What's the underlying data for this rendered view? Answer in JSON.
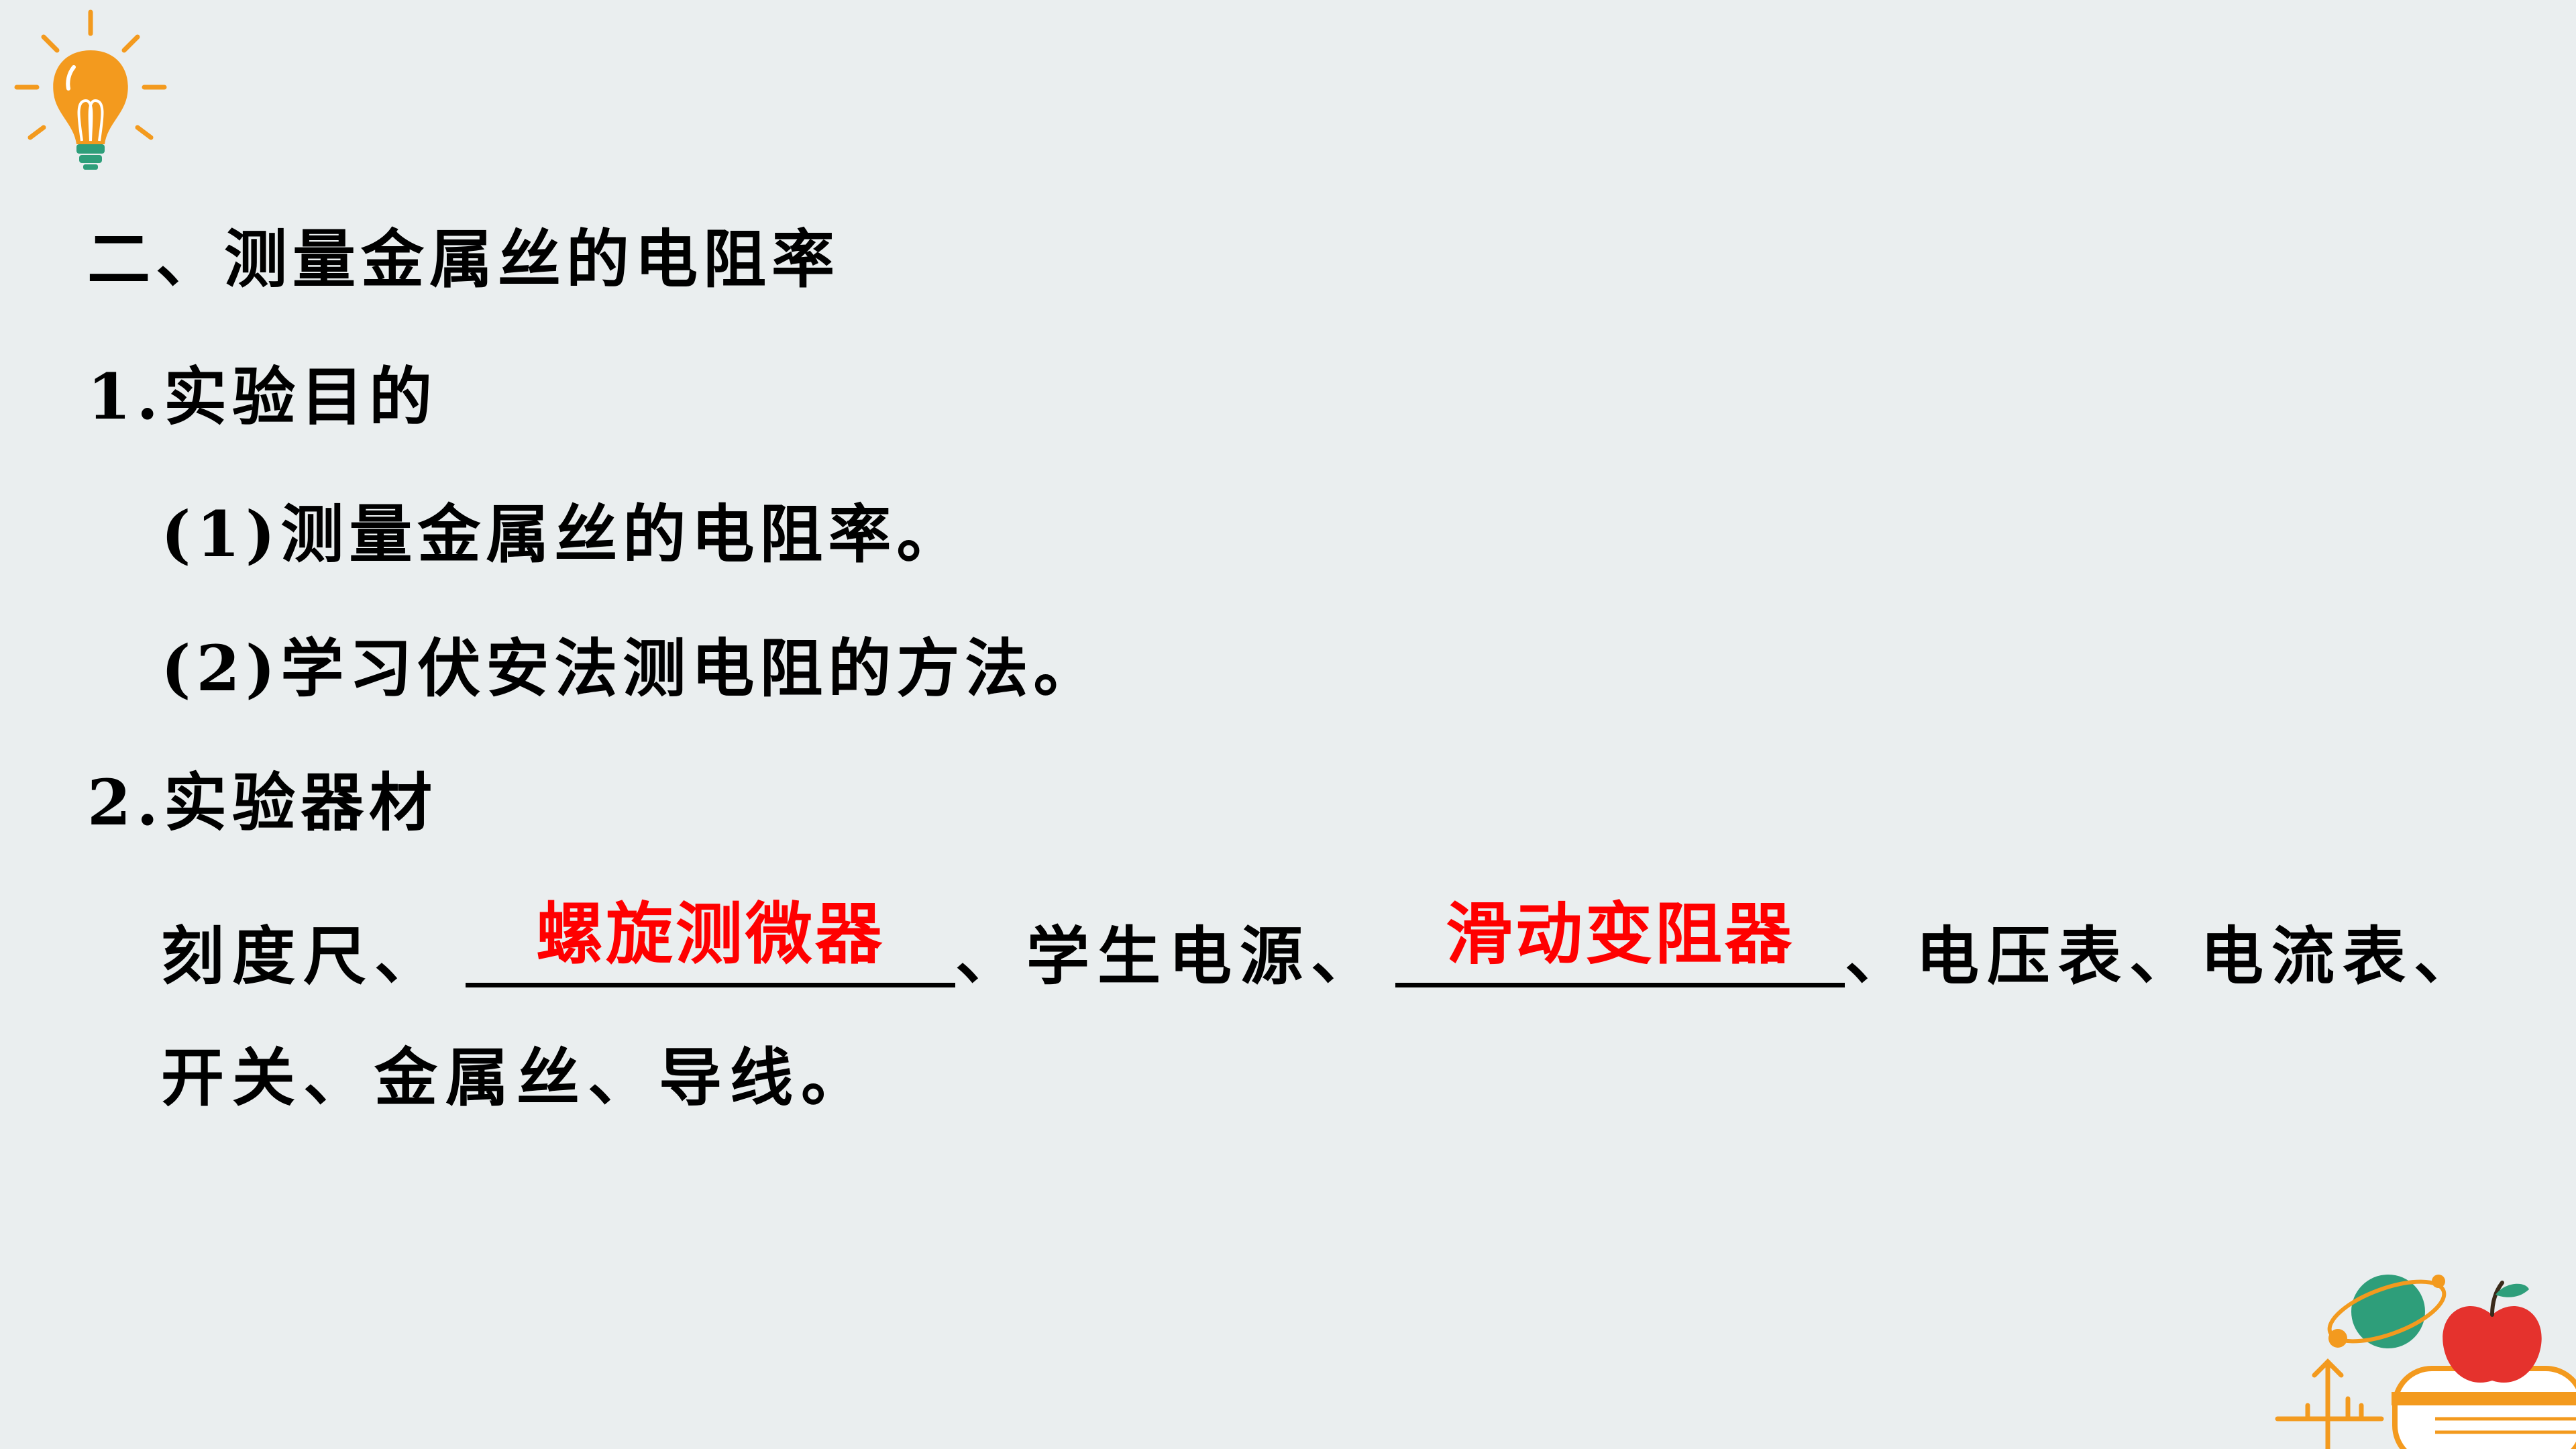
{
  "heading": "二、测量金属丝的电阻率",
  "section1": {
    "title": "1.实验目的",
    "items": [
      "(1)测量金属丝的电阻率。",
      "(2)学习伏安法测电阻的方法。"
    ]
  },
  "section2": {
    "title": "2.实验器材",
    "line1": {
      "part1": "刻度尺、",
      "blank1": "螺旋测微器",
      "part2": "、学生电源、",
      "blank2": "滑动变阻器",
      "part3": "、电压表、电流表、"
    },
    "line2": "开关、金属丝、导线。"
  },
  "colors": {
    "background": "#eaeeef",
    "answer": "#ff0000",
    "bulb": "#f39a1e",
    "planet": "#2e9e7a",
    "apple": "#e5322d"
  },
  "icons": {
    "top_left": "lightbulb-icon",
    "bottom_right": "books-planet-apple-decoration"
  }
}
